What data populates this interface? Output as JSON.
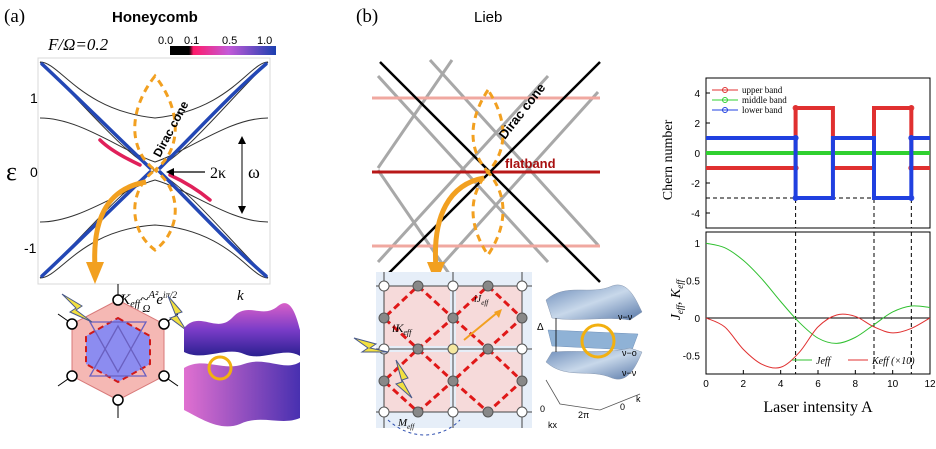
{
  "panel_a": {
    "label": "(a)",
    "title": "Honeycomb",
    "field_label": "F/Ω=0.2",
    "colorbar_ticks": [
      "0.0",
      "0.1",
      "0.5",
      "1.0"
    ],
    "y_axis_symbol": "ε",
    "y_ticks": [
      "1",
      "0",
      "-1"
    ],
    "dirac_cone_label": "Dirac cone",
    "gap_label": "2κ",
    "omega_label": "ω",
    "k_label": "k"
  },
  "panel_b": {
    "label": "(b)",
    "title": "Lieb",
    "dirac_cone_label": "Dirac cone",
    "flatband_label": "flatband",
    "band_labels": [
      "ν−ν",
      "ν−o",
      "ν−ν"
    ],
    "delta_label": "Δ",
    "inset_ticks": [
      "0",
      "2π",
      "0",
      "k"
    ],
    "inset_axis": "kx"
  },
  "chart_data": [
    {
      "type": "scatter",
      "ylabel": "Chern number",
      "xlabel": "",
      "xlim": [
        0,
        12
      ],
      "ylim": [
        -5,
        5
      ],
      "y_ticks": [
        "4",
        "2",
        "0",
        "-2",
        "-4"
      ],
      "legend": "top-left",
      "series": [
        {
          "name": "upper band",
          "color": "#e03030",
          "x": [
            0,
            4.8,
            4.8,
            6.8,
            6.8,
            9,
            9,
            11,
            11,
            12
          ],
          "values": [
            -1,
            -1,
            3,
            3,
            -1,
            -1,
            3,
            3,
            -1,
            -1
          ]
        },
        {
          "name": "middle band",
          "color": "#30d030",
          "x": [
            0,
            12
          ],
          "values": [
            0,
            0
          ]
        },
        {
          "name": "lower band",
          "color": "#2040e0",
          "x": [
            0,
            4.8,
            4.8,
            6.8,
            6.8,
            9,
            9,
            11,
            11,
            12
          ],
          "values": [
            1,
            1,
            -3,
            -3,
            1,
            1,
            -3,
            -3,
            1,
            1
          ]
        }
      ]
    },
    {
      "type": "line",
      "xlabel": "Laser intensity A",
      "ylabel": "Jeff, Keff",
      "xlim": [
        0,
        12
      ],
      "ylim": [
        -0.75,
        1.15
      ],
      "x_ticks": [
        "0",
        "2",
        "4",
        "6",
        "8",
        "10",
        "12"
      ],
      "y_ticks": [
        "1",
        "0.5",
        "0",
        "-0.5"
      ],
      "legend": "bottom-right",
      "series": [
        {
          "name": "Jeff",
          "color": "#30c030",
          "x": [
            0,
            1,
            2,
            3,
            4,
            5,
            6,
            7,
            8,
            9,
            10,
            11,
            12
          ],
          "values": [
            1.0,
            0.94,
            0.77,
            0.52,
            0.22,
            -0.06,
            -0.27,
            -0.34,
            -0.26,
            -0.09,
            0.08,
            0.16,
            0.14
          ]
        },
        {
          "name": "Keff (×10)",
          "color": "#e03030",
          "x": [
            0,
            1,
            2,
            3,
            4,
            5,
            6,
            7,
            8,
            9,
            10,
            11,
            12
          ],
          "values": [
            0,
            -0.12,
            -0.42,
            -0.62,
            -0.66,
            -0.46,
            -0.12,
            0.04,
            0.02,
            -0.12,
            -0.2,
            -0.14,
            0.0
          ]
        }
      ]
    }
  ]
}
